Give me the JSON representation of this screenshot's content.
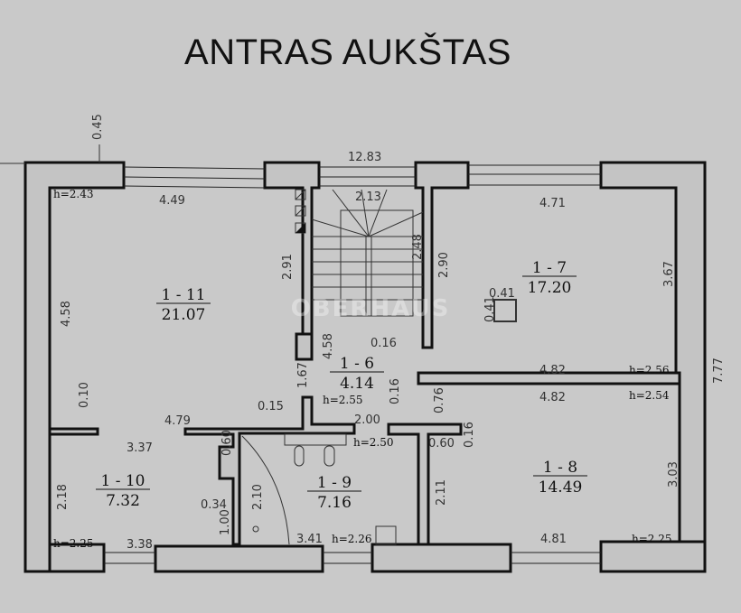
{
  "title": "ANTRAS AUKŠTAS",
  "watermark": "OBERHAUS",
  "rooms": [
    {
      "id": "1 - 11",
      "area": "21.07"
    },
    {
      "id": "1 - 6",
      "area": "4.14"
    },
    {
      "id": "1 - 7",
      "area": "17.20"
    },
    {
      "id": "1 - 10",
      "area": "7.32"
    },
    {
      "id": "1 - 9",
      "area": "7.16"
    },
    {
      "id": "1 - 8",
      "area": "14.49"
    }
  ],
  "dimensions": [
    "0.45",
    "12.83",
    "4.49",
    "2.13",
    "2.91",
    "2.48",
    "2.90",
    "4.71",
    "3.67",
    "7.77",
    "4.58",
    "4.58",
    "0.41",
    "0.41",
    "0.16",
    "1.67",
    "0.15",
    "0.16",
    "4.82",
    "4.82",
    "0.10",
    "4.79",
    "0.76",
    "0.16",
    "2.00",
    "0.60",
    "3.37",
    "0.60",
    "2.18",
    "2.10",
    "2.11",
    "3.03",
    "0.34",
    "1.00",
    "3.38",
    "3.41",
    "4.81"
  ],
  "heights": [
    "h=2.43",
    "h=2.55",
    "h=2.56",
    "h=2.54",
    "h=2.50",
    "h=2.25",
    "h=2.26",
    "h=2.25"
  ]
}
